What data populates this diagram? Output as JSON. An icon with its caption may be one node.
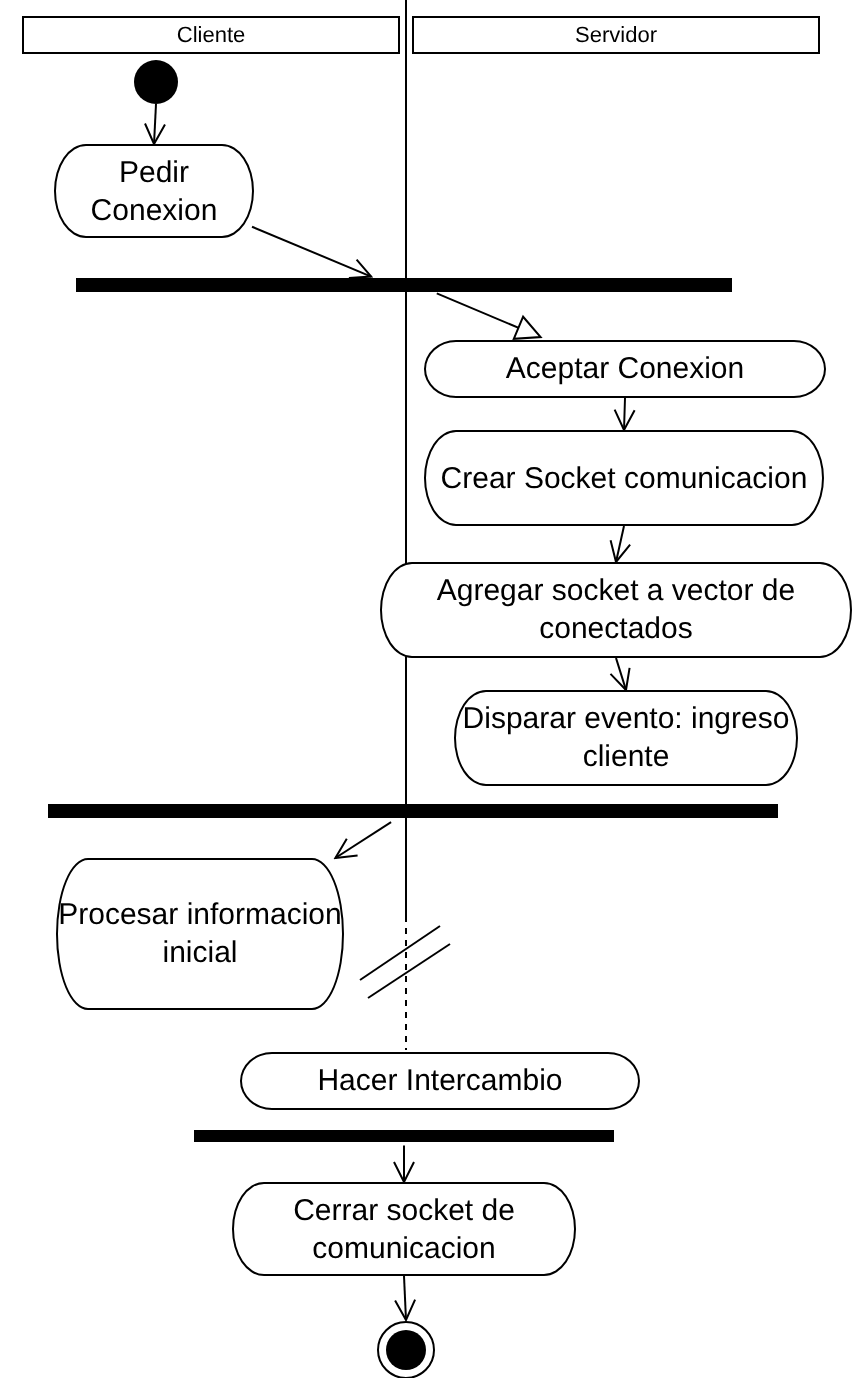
{
  "diagram": {
    "nodes": [
      {
        "text": [
          "Cliente"
        ]
      },
      {
        "text": [
          "Servidor"
        ]
      },
      {
        "text": [],
        "shape": "circle"
      },
      {
        "text": [
          "Pedir Conexion"
        ]
      },
      {
        "text": [],
        "shape": "bar"
      },
      {
        "text": [
          "Aceptar Conexion"
        ]
      },
      {
        "text": [
          "Crear Socket comunicacion"
        ]
      },
      {
        "text": [
          "Agregar socket a vector de conectados"
        ]
      },
      {
        "text": [
          "Disparar evento: ingreso cliente"
        ]
      },
      {
        "text": [],
        "shape": "bar"
      },
      {
        "text": [
          "Procesar informacion inicial"
        ]
      },
      {
        "text": [
          "Hacer Intercambio"
        ]
      },
      {
        "text": [],
        "shape": "bar"
      },
      {
        "text": [
          "Cerrar socket de comunicacion"
        ]
      },
      {
        "text": [],
        "shape": "circle"
      }
    ],
    "edges": [
      {
        "from": 2,
        "to": 3,
        "arrow": "to"
      },
      {
        "from": 3,
        "to": 4,
        "arrow": "to"
      },
      {
        "from": 4,
        "to": 5,
        "arrow": "to"
      },
      {
        "from": 5,
        "to": 6,
        "arrow": "to"
      },
      {
        "from": 6,
        "to": 7,
        "arrow": "to"
      },
      {
        "from": 7,
        "to": 8,
        "arrow": "to"
      },
      {
        "from": 9,
        "to": 10,
        "arrow": "to"
      },
      {
        "from": 12,
        "to": 13,
        "arrow": "to"
      },
      {
        "from": 13,
        "to": 14,
        "arrow": "to"
      }
    ]
  }
}
